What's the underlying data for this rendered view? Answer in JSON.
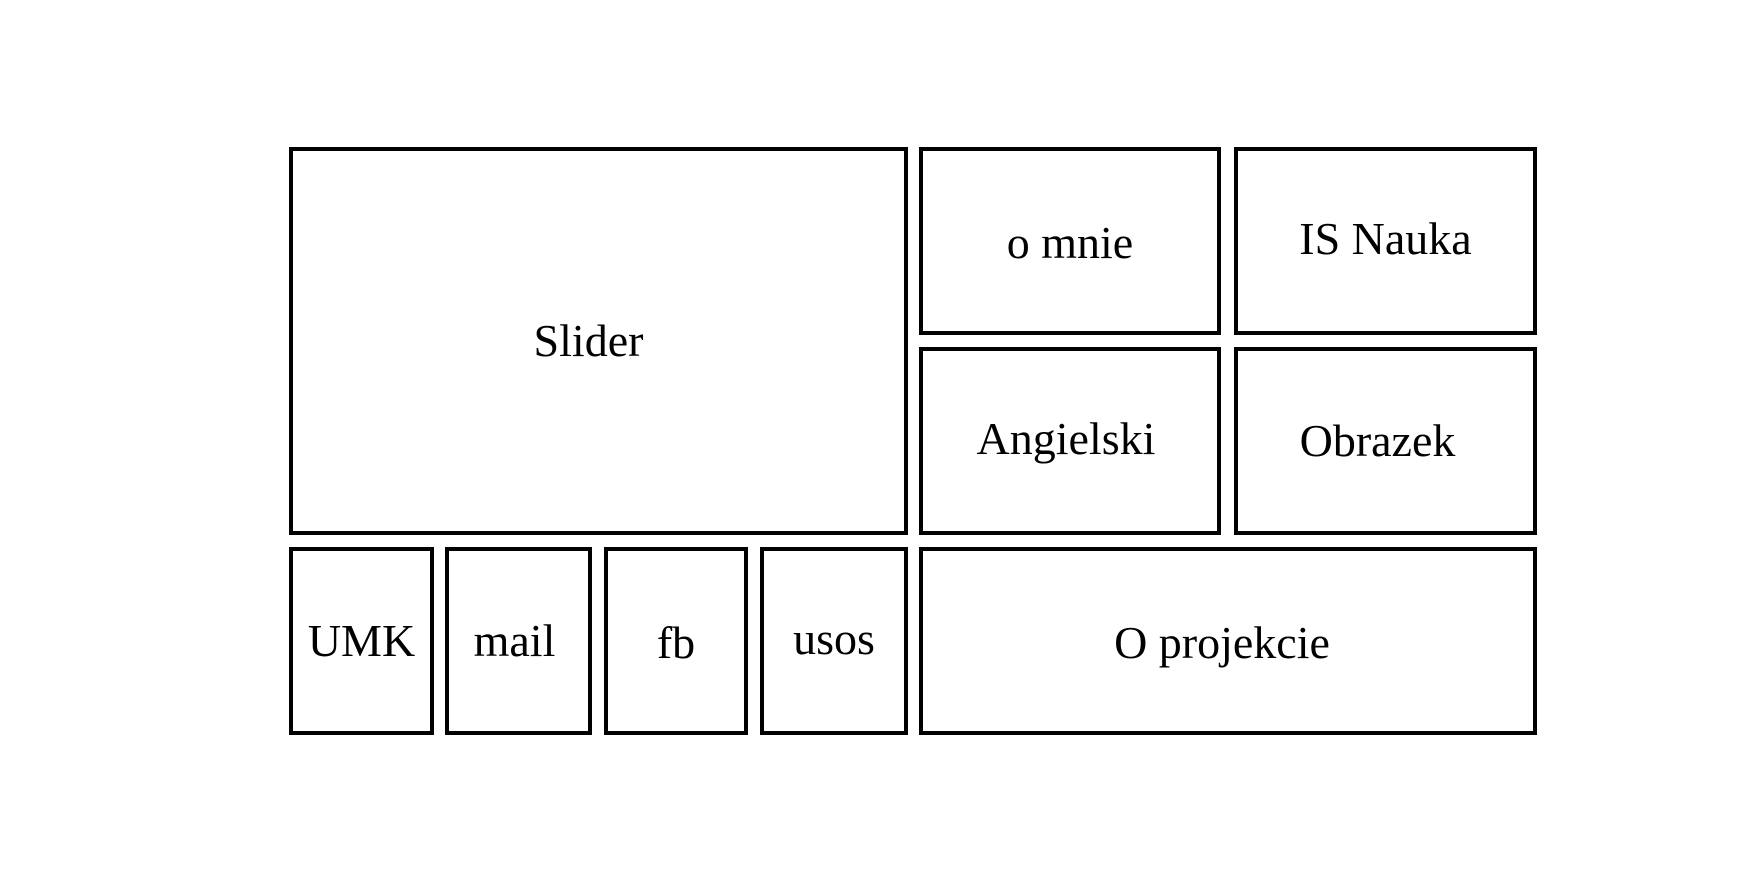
{
  "tiles": {
    "slider": {
      "label": "Slider"
    },
    "o_mnie": {
      "label": "o mnie"
    },
    "is_nauka": {
      "label": "IS Nauka"
    },
    "angielski": {
      "label": "Angielski"
    },
    "obrazek": {
      "label": "Obrazek"
    },
    "umk": {
      "label": "UMK"
    },
    "mail": {
      "label": "mail"
    },
    "fb": {
      "label": "fb"
    },
    "usos": {
      "label": "usos"
    },
    "o_projekcie": {
      "label": "O projekcie"
    }
  },
  "colors": {
    "background": "#ffffff",
    "border": "#000000",
    "text": "#000000"
  }
}
